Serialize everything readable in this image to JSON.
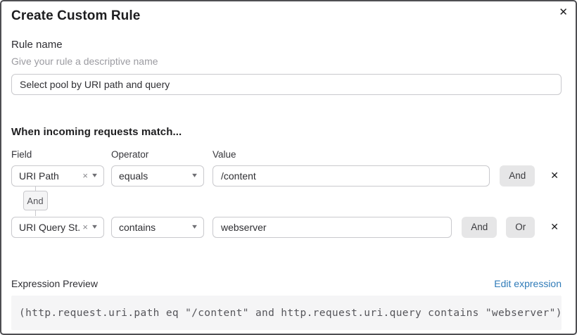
{
  "dialog": {
    "title": "Create Custom Rule",
    "close_icon": "✕"
  },
  "rule_name": {
    "label": "Rule name",
    "helper": "Give your rule a descriptive name",
    "value": "Select pool by URI path and query"
  },
  "match": {
    "heading": "When incoming requests match...",
    "columns": {
      "field": "Field",
      "operator": "Operator",
      "value": "Value"
    },
    "conditions": [
      {
        "field": "URI Path",
        "operator": "equals",
        "value": "/content"
      },
      {
        "field": "URI Query St...",
        "operator": "contains",
        "value": "webserver"
      }
    ],
    "connector_label": "And",
    "and_button_label": "And",
    "or_button_label": "Or",
    "clear_icon": "×",
    "caret_icon": "▾",
    "remove_icon": "✕"
  },
  "expression": {
    "label": "Expression Preview",
    "edit_link": "Edit expression",
    "code": "(http.request.uri.path eq \"/content\" and http.request.uri.query contains \"webserver\")"
  },
  "colors": {
    "link_blue": "#2f7bb8",
    "button_gray": "#e6e6e7",
    "code_background": "#f5f5f6",
    "dialog_border": "#4e4e52"
  }
}
